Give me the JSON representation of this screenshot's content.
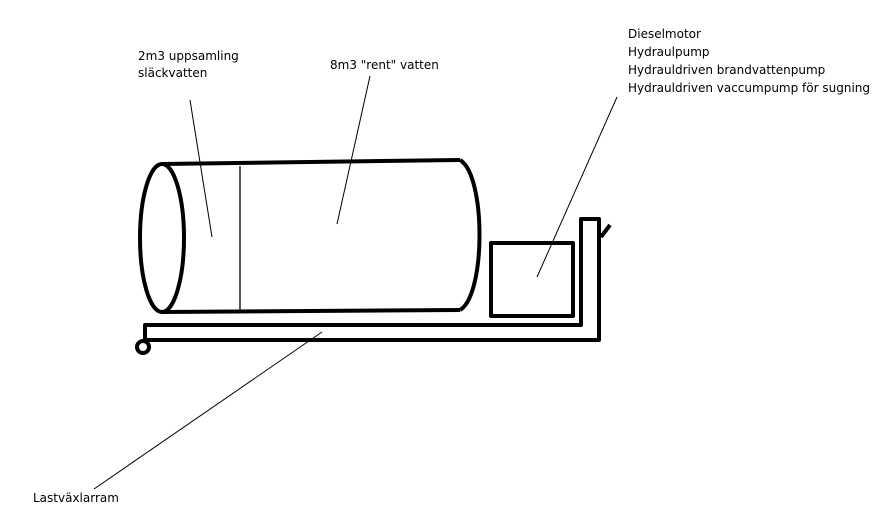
{
  "labels": {
    "collection_tank": [
      "2m3 uppsamling",
      "släckvatten"
    ],
    "clean_water": "8m3 \"rent\" vatten",
    "equipment": [
      "Dieselmotor",
      "Hydraulpump",
      "Hydrauldriven brandvattenpump",
      "Hydrauldriven vaccumpump för sugning"
    ],
    "frame": "Lastväxlarram"
  },
  "colors": {
    "stroke": "#000000",
    "background": "#ffffff"
  }
}
